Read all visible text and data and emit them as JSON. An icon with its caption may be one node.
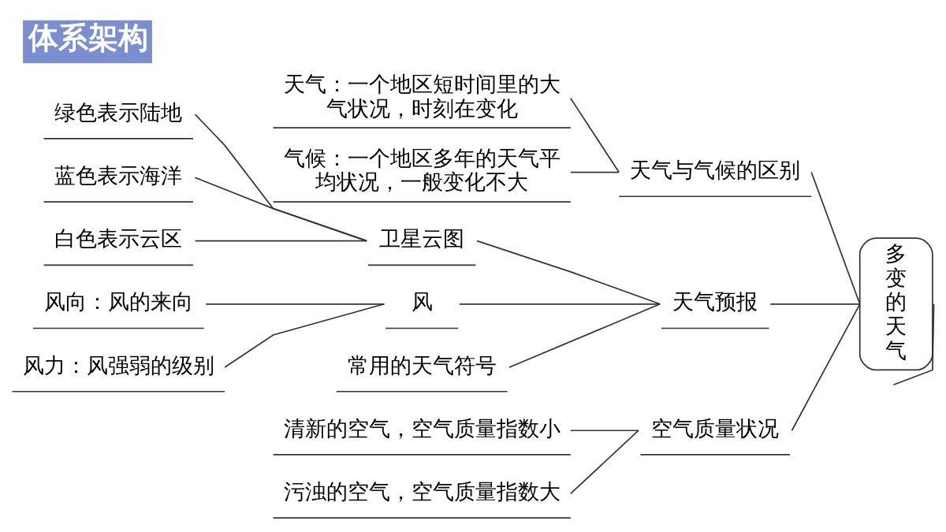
{
  "diagram": {
    "title": "体系架构",
    "nodes": [
      {
        "text": [
          "多变的天气"
        ]
      },
      {
        "text": [
          "天气与气候的区别"
        ]
      },
      {
        "text": [
          "天气：一个地区短时间里的大气状况，时刻在变化"
        ]
      },
      {
        "text": [
          "气候：一个地区多年的天气平均状况，一般变化不大"
        ]
      },
      {
        "text": [
          "天气预报"
        ]
      },
      {
        "text": [
          "卫星云图"
        ]
      },
      {
        "text": [
          "绿色表示陆地"
        ]
      },
      {
        "text": [
          "蓝色表示海洋"
        ]
      },
      {
        "text": [
          "白色表示云区"
        ]
      },
      {
        "text": [
          "风"
        ]
      },
      {
        "text": [
          "风向：风的来向"
        ]
      },
      {
        "text": [
          "风力：风强弱的级别"
        ]
      },
      {
        "text": [
          "常用的天气符号"
        ]
      },
      {
        "text": [
          "空气质量状况"
        ]
      },
      {
        "text": [
          "清新的空气，空气质量指数小"
        ]
      },
      {
        "text": [
          "污浊的空气，空气质量指数大"
        ]
      }
    ],
    "edges": [
      {
        "from": 0,
        "to": null,
        "arrow": "none"
      },
      {
        "from": 0,
        "to": 1,
        "arrow": "none"
      },
      {
        "from": 1,
        "to": 2,
        "arrow": "none"
      },
      {
        "from": 1,
        "to": 3,
        "arrow": "none"
      },
      {
        "from": 0,
        "to": 4,
        "arrow": "none"
      },
      {
        "from": 4,
        "to": 5,
        "arrow": "none"
      },
      {
        "from": 5,
        "to": 6,
        "arrow": "none"
      },
      {
        "from": 5,
        "to": 7,
        "arrow": "none"
      },
      {
        "from": 5,
        "to": 8,
        "arrow": "none"
      },
      {
        "from": 4,
        "to": 9,
        "arrow": "none"
      },
      {
        "from": 9,
        "to": 10,
        "arrow": "none"
      },
      {
        "from": 9,
        "to": 11,
        "arrow": "none"
      },
      {
        "from": 4,
        "to": 12,
        "arrow": "none"
      },
      {
        "from": 0,
        "to": 13,
        "arrow": "none"
      },
      {
        "from": 13,
        "to": 14,
        "arrow": "none"
      },
      {
        "from": 13,
        "to": 15,
        "arrow": "none"
      }
    ]
  }
}
